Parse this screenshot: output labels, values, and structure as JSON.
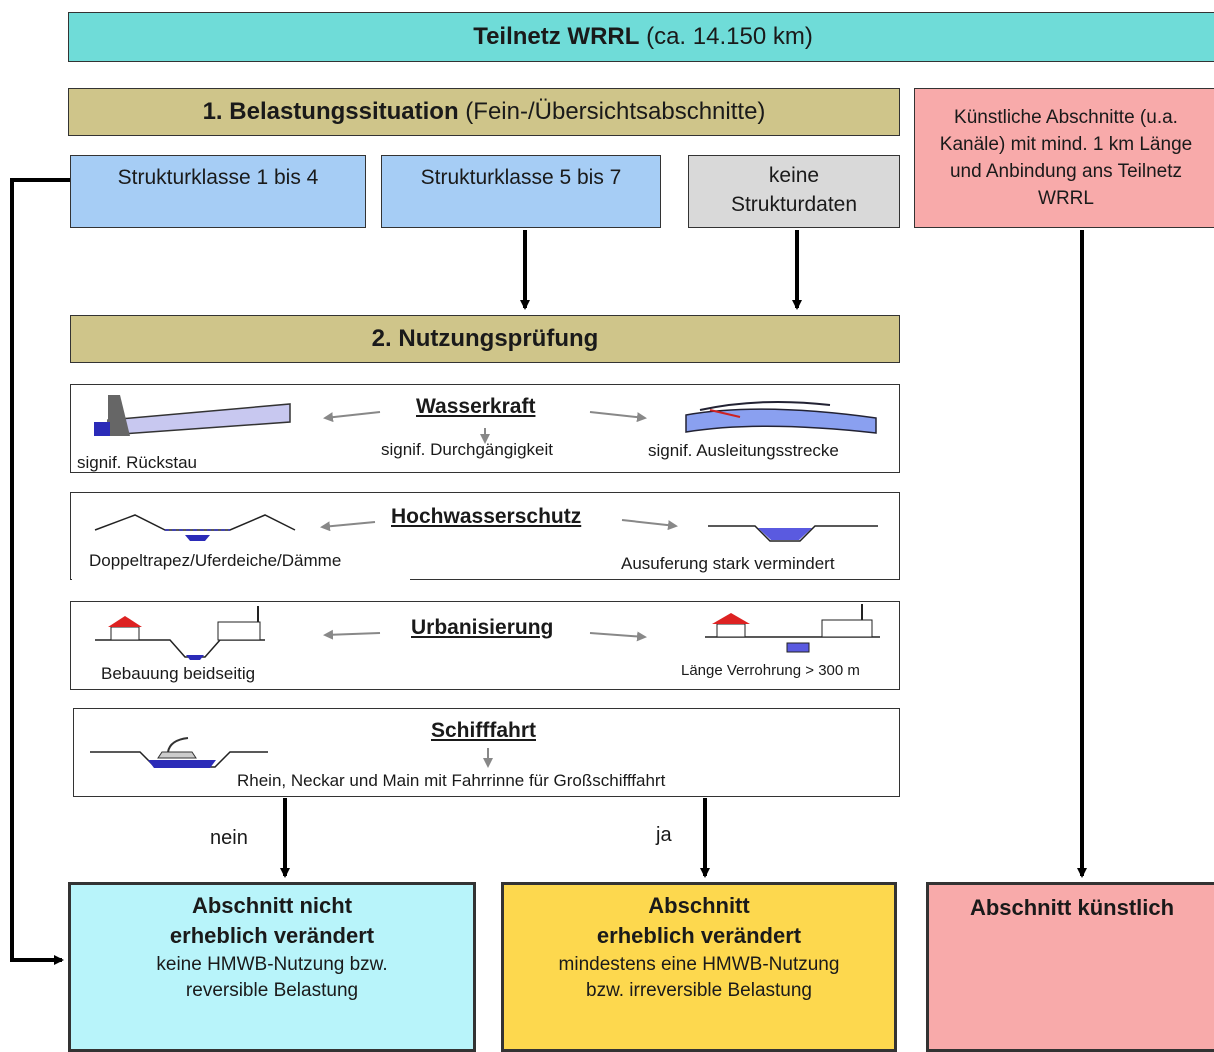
{
  "top": {
    "title_bold": "Teilnetz WRRL",
    "title_rest": "(ca. 14.150 km)"
  },
  "step1": {
    "title_bold": "1. Belastungssituation",
    "title_rest": "(Fein-/Übersichtsabschnitte)"
  },
  "artificial": {
    "text": "Künstliche Abschnitte (u.a. Kanäle) mit mind. 1 km Länge und Anbindung ans Teilnetz WRRL"
  },
  "classes": {
    "k14": "Strukturklasse 1 bis 4",
    "k57": "Strukturklasse 5 bis 7",
    "none_line1": "keine",
    "none_line2": "Strukturdaten"
  },
  "step2": {
    "title": "2. Nutzungsprüfung"
  },
  "wasserkraft": {
    "title": "Wasserkraft",
    "left": "signif. Rückstau",
    "center": "signif. Durchgängigkeit",
    "right": "signif. Ausleitungsstrecke"
  },
  "hochwasser": {
    "title": "Hochwasserschutz",
    "left": "Doppeltrapez/Uferdeiche/Dämme",
    "right": "Ausuferung stark vermindert"
  },
  "urban": {
    "title": "Urbanisierung",
    "left": "Bebauung beidseitig",
    "right": "Länge Verrohrung  > 300 m"
  },
  "schiff": {
    "title": "Schifffahrt",
    "text": "Rhein, Neckar und Main mit Fahrrinne für Großschifffahrt"
  },
  "branch": {
    "no": "nein",
    "yes": "ja"
  },
  "result_not": {
    "l1": "Abschnitt  nicht",
    "l2": "erheblich verändert",
    "l3": "keine HMWB-Nutzung bzw.",
    "l4": "reversible Belastung"
  },
  "result_heavy": {
    "l1": "Abschnitt",
    "l2": "erheblich verändert",
    "l3": "mindestens eine HMWB-Nutzung",
    "l4": "bzw.  irreversible Belastung"
  },
  "result_art": {
    "l1": "Abschnitt  künstlich"
  },
  "colors": {
    "cyan": "#6fdcd8",
    "olive": "#cfc58a",
    "blue": "#a6cdf5",
    "grey": "#d9d9d9",
    "pink": "#f8aaaa",
    "lightcyan": "#b8f4fa",
    "yellow": "#fdd84e",
    "water": "#2b2bb8"
  }
}
